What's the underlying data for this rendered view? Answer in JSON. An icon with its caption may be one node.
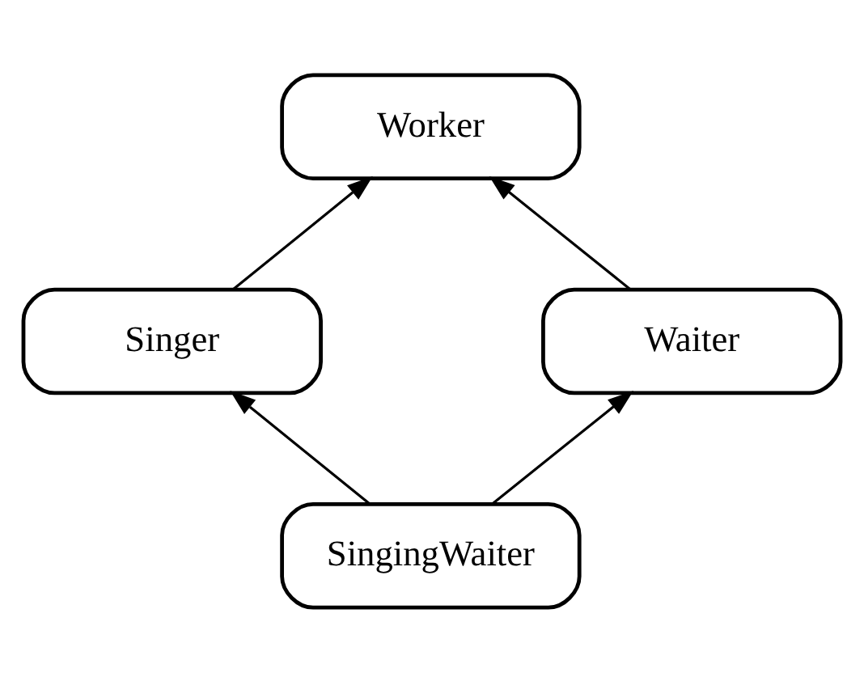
{
  "diagram": {
    "nodes": [
      {
        "text": [
          "Worker"
        ]
      },
      {
        "text": [
          "Singer"
        ]
      },
      {
        "text": [
          "Waiter"
        ]
      },
      {
        "text": [
          "SingingWaiter"
        ]
      }
    ],
    "edges": [
      {
        "from": 1,
        "to": 0,
        "arrow": "to"
      },
      {
        "from": 2,
        "to": 0,
        "arrow": "to"
      },
      {
        "from": 3,
        "to": 1,
        "arrow": "to"
      },
      {
        "from": 3,
        "to": 2,
        "arrow": "to"
      }
    ]
  }
}
